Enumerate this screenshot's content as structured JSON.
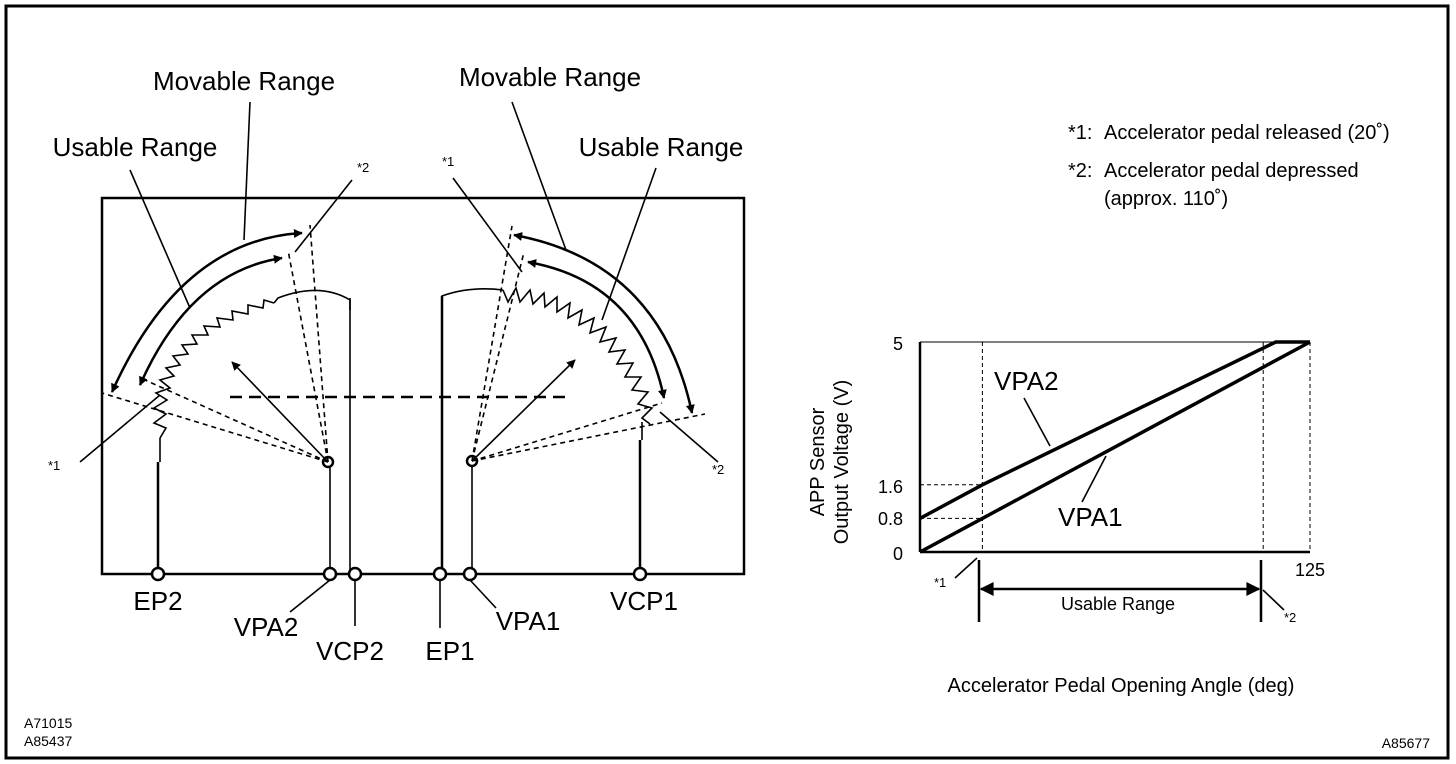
{
  "left_diagram": {
    "movable_range_left": "Movable Range",
    "usable_range_left": "Usable Range",
    "movable_range_right": "Movable Range",
    "usable_range_right": "Usable Range",
    "star2_top": "*2",
    "star1_top": "*1",
    "star1_bottom": "*1",
    "star2_bottom": "*2",
    "terminals": {
      "ep2": "EP2",
      "vpa2": "VPA2",
      "vcp2": "VCP2",
      "ep1": "EP1",
      "vpa1": "VPA1",
      "vcp1": "VCP1"
    }
  },
  "notes": {
    "n1_mark": "*1:",
    "n1_text": "Accelerator pedal released (20˚)",
    "n2_mark": "*2:",
    "n2_text_line1": "Accelerator pedal depressed",
    "n2_text_line2": "(approx. 110˚)"
  },
  "graph": {
    "ylabel_line1": "APP Sensor",
    "ylabel_line2": "Output Voltage (V)",
    "xlabel": "Accelerator Pedal Opening Angle (deg)",
    "tick_5": "5",
    "tick_16": "1.6",
    "tick_08": "0.8",
    "tick_0": "0",
    "tick_125": "125",
    "vpa2_label": "VPA2",
    "vpa1_label": "VPA1",
    "usable_range": "Usable Range",
    "star1": "*1",
    "star2": "*2"
  },
  "chart_data": {
    "type": "line",
    "xlabel": "Accelerator Pedal Opening Angle (deg)",
    "ylabel": "APP Sensor Output Voltage (V)",
    "xlim": [
      0,
      125
    ],
    "ylim": [
      0,
      5
    ],
    "y_ticks": [
      0,
      0.8,
      1.6,
      5
    ],
    "x_ticks": [
      125
    ],
    "usable_range_deg": [
      20,
      110
    ],
    "series": [
      {
        "name": "VPA2",
        "x": [
          0,
          20,
          114,
          125
        ],
        "y": [
          0.8,
          1.6,
          5,
          5
        ]
      },
      {
        "name": "VPA1",
        "x": [
          0,
          20,
          125
        ],
        "y": [
          0,
          0.8,
          5
        ]
      }
    ]
  },
  "refs": {
    "left_ref1": "A71015",
    "left_ref2": "A85437",
    "right_ref": "A85677"
  }
}
